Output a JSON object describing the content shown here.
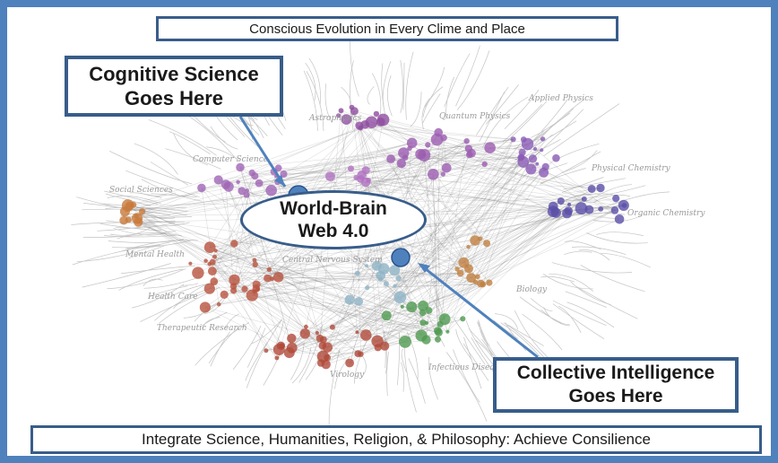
{
  "header": {
    "title": "Conscious Evolution in Every Clime and Place"
  },
  "callouts": {
    "cognitive": "Cognitive Science\nGoes Here",
    "collective": "Collective Intelligence\nGoes Here",
    "center": "World-Brain\nWeb 4.0"
  },
  "footer": {
    "text": "Integrate Science, Humanities, Religion, & Philosophy: Achieve Consilience"
  },
  "map_labels": [
    "Astrophysics",
    "Quantum Physics",
    "Applied Physics",
    "Physical Chemistry",
    "Organic Chemistry",
    "Computer Science",
    "Social Sciences",
    "Mental Health",
    "Central Nervous System",
    "Health Care",
    "Therapeutic Research",
    "Biology",
    "Infectious Disease",
    "Virology"
  ],
  "colors": {
    "frame": "#4f81bd",
    "border": "#385d8a",
    "arrow": "#4f81bd"
  }
}
